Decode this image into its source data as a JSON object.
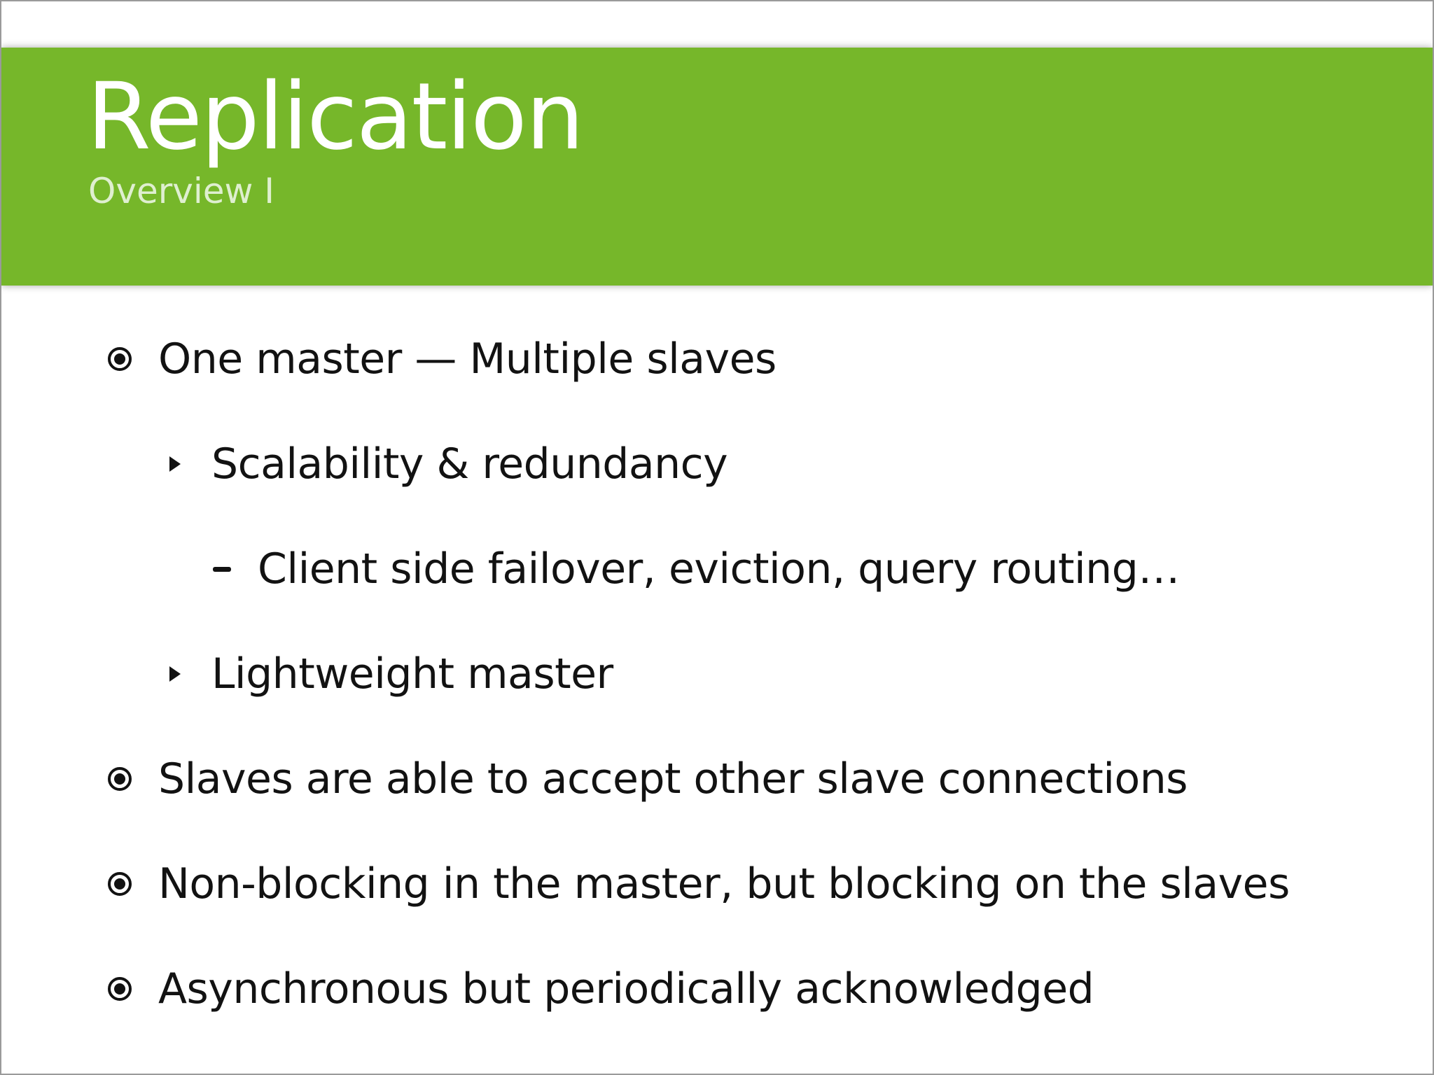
{
  "slide": {
    "title": "Replication",
    "subtitle": "Overview I",
    "bullets": [
      {
        "level": 1,
        "text": "One master — Multiple slaves"
      },
      {
        "level": 2,
        "text": "Scalability & redundancy"
      },
      {
        "level": 3,
        "text": "Client side failover, eviction, query routing…"
      },
      {
        "level": 2,
        "text": "Lightweight master"
      },
      {
        "level": 1,
        "text": "Slaves are able to accept other slave connections"
      },
      {
        "level": 1,
        "text": "Non-blocking in the master, but blocking on the slaves"
      },
      {
        "level": 1,
        "text": "Asynchronous but periodically acknowledged"
      }
    ],
    "colors": {
      "band_green": "#76b72a",
      "subtitle_text": "#dfefd0",
      "title_text": "#ffffff",
      "body_text": "#121212",
      "border_gray": "#9a9a9a"
    }
  }
}
